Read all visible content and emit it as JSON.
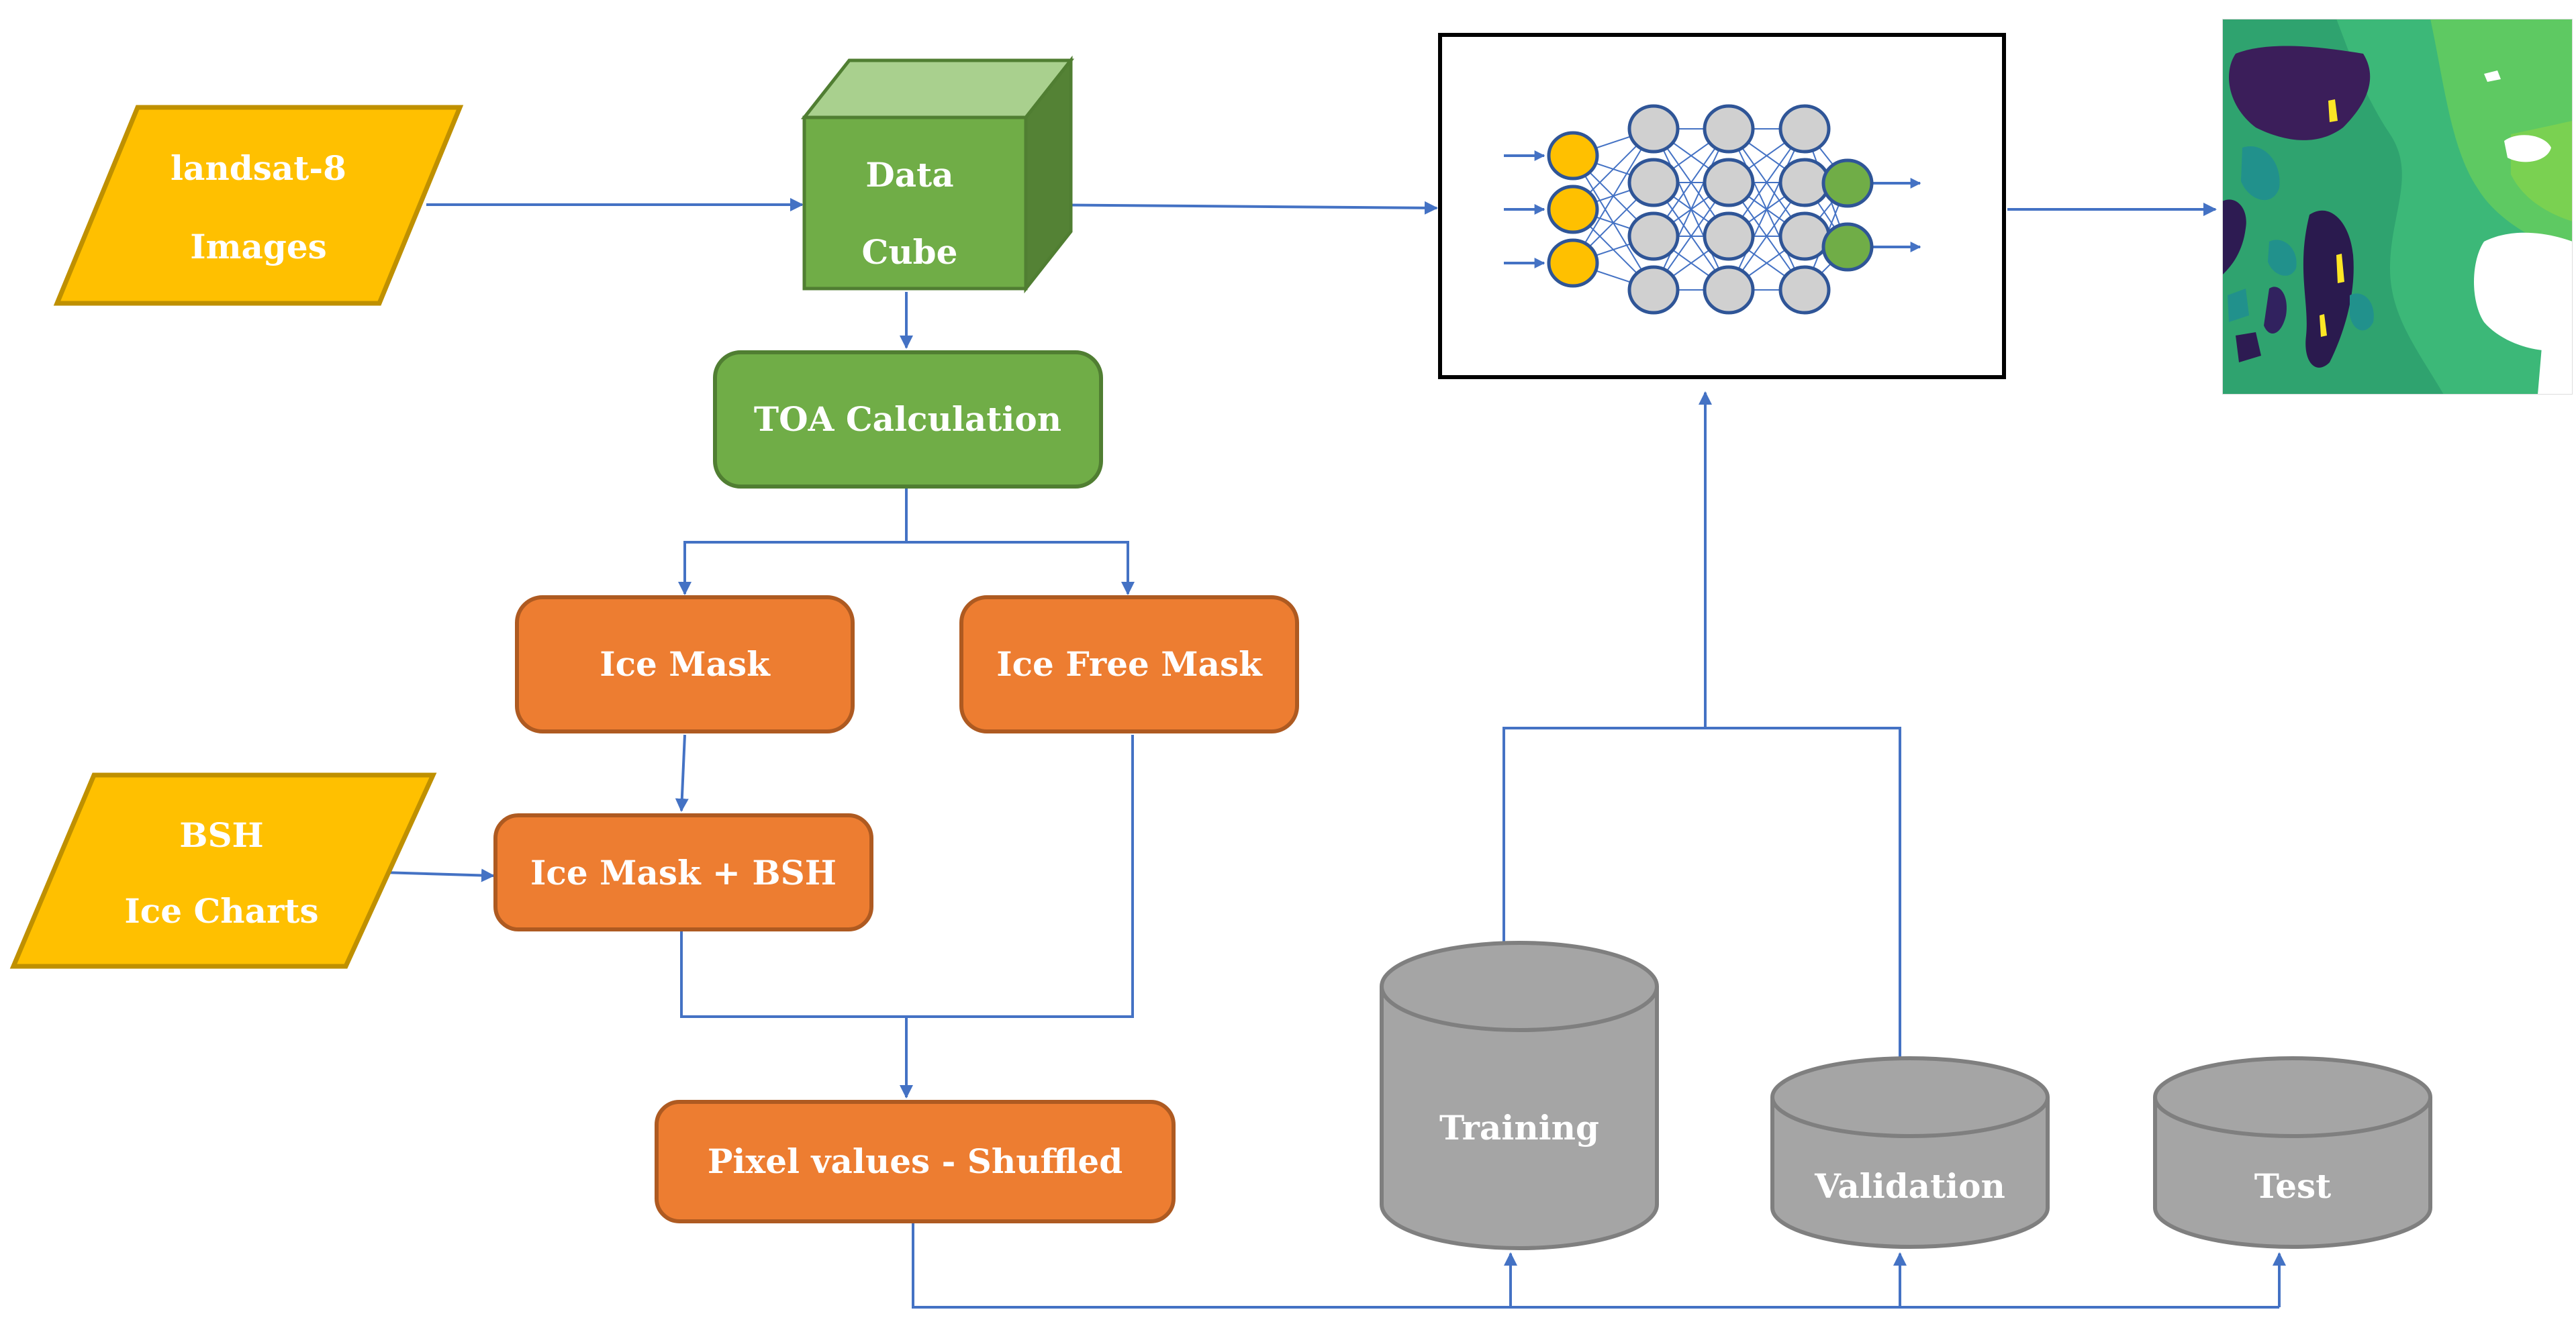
{
  "inputs": {
    "landsat_line1": "landsat-8",
    "landsat_line2": "Images",
    "bsh_line1": "BSH",
    "bsh_line2": "Ice Charts"
  },
  "data_cube": {
    "line1": "Data",
    "line2": "Cube"
  },
  "steps": {
    "toa": "TOA Calculation",
    "ice_mask": "Ice Mask",
    "ice_free_mask": "Ice Free Mask",
    "ice_mask_bsh": "Ice Mask + BSH",
    "pixel_values": "Pixel values - Shuffled"
  },
  "datasets": {
    "training": "Training",
    "validation": "Validation",
    "test": "Test"
  },
  "colors": {
    "input_fill": "#ffc000",
    "input_stroke": "#bf9000",
    "green_fill": "#70ad47",
    "green_stroke": "#507e32",
    "orange_fill": "#ed7d31",
    "orange_stroke": "#ae5a21",
    "db_fill": "#a5a5a5",
    "db_stroke": "#7f7f7f",
    "connector": "#4472c4"
  },
  "icons": [
    "neural-network-icon",
    "classified-ice-map-image"
  ]
}
